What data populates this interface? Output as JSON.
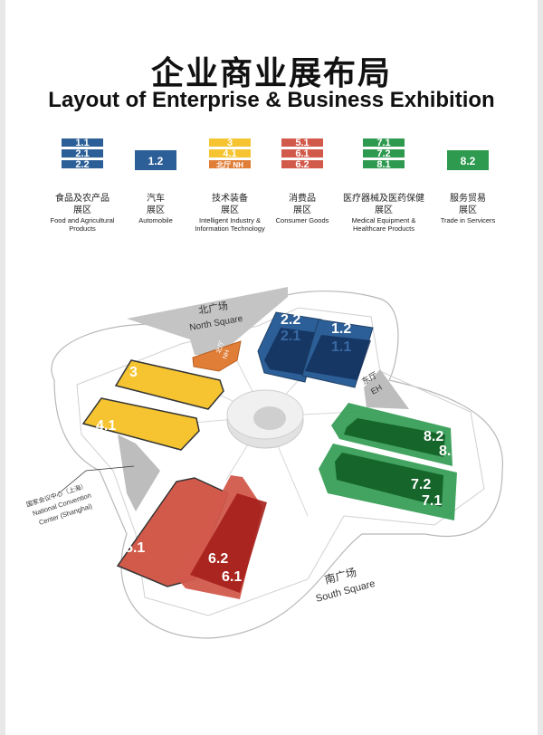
{
  "title_cn": "企业商业展布局",
  "title_en": "Layout of Enterprise & Business Exhibition",
  "colors": {
    "blue": "#2c5f97",
    "yellow": "#f5c430",
    "orange": "#e07d37",
    "red": "#d25a4b",
    "green": "#2e9a4f"
  },
  "legend": [
    {
      "cells": [
        "1.1",
        "2.1",
        "2.2"
      ],
      "cn1": "食品及农产品",
      "cn2": "展区",
      "en1": "Food and Agricultural",
      "en2": "Products"
    },
    {
      "cells": [
        "1.2"
      ],
      "cn1": "汽车",
      "cn2": "展区",
      "en1": "Automobile",
      "en2": ""
    },
    {
      "cells": [
        "3",
        "4.1",
        "北厅 NH"
      ],
      "cn1": "技术装备",
      "cn2": "展区",
      "en1": "Intelligent Industry &",
      "en2": "Information Technology"
    },
    {
      "cells": [
        "5.1",
        "6.1",
        "6.2"
      ],
      "cn1": "消费品",
      "cn2": "展区",
      "en1": "Consumer Goods",
      "en2": ""
    },
    {
      "cells": [
        "7.1",
        "7.2",
        "8.1"
      ],
      "cn1": "医疗器械及医药保健",
      "cn2": "展区",
      "en1": "Medical Equipment &",
      "en2": "Healthcare Products"
    },
    {
      "cells": [
        "8.2"
      ],
      "cn1": "服务贸易",
      "cn2": "展区",
      "en1": "Trade in Servicers",
      "en2": ""
    }
  ],
  "map": {
    "north_square_cn": "北广场",
    "north_square_en": "North Square",
    "nh_cn": "北厅",
    "nh_en": "NH",
    "eh_cn": "东厅",
    "eh_en": "EH",
    "south_square_cn": "南广场",
    "south_square_en": "South Square",
    "ncc_cn": "国家会议中心（上海）",
    "ncc_en1": "National Convention",
    "ncc_en2": "Center (Shanghai)",
    "halls": {
      "h22": "2.2",
      "h21": "2.1",
      "h12": "1.2",
      "h11": "1.1",
      "h3": "3",
      "h41": "4.1",
      "h82": "8.2",
      "h81": "8.1",
      "h72": "7.2",
      "h71": "7.1",
      "h51": "5.1",
      "h62": "6.2",
      "h61": "6.1"
    }
  }
}
